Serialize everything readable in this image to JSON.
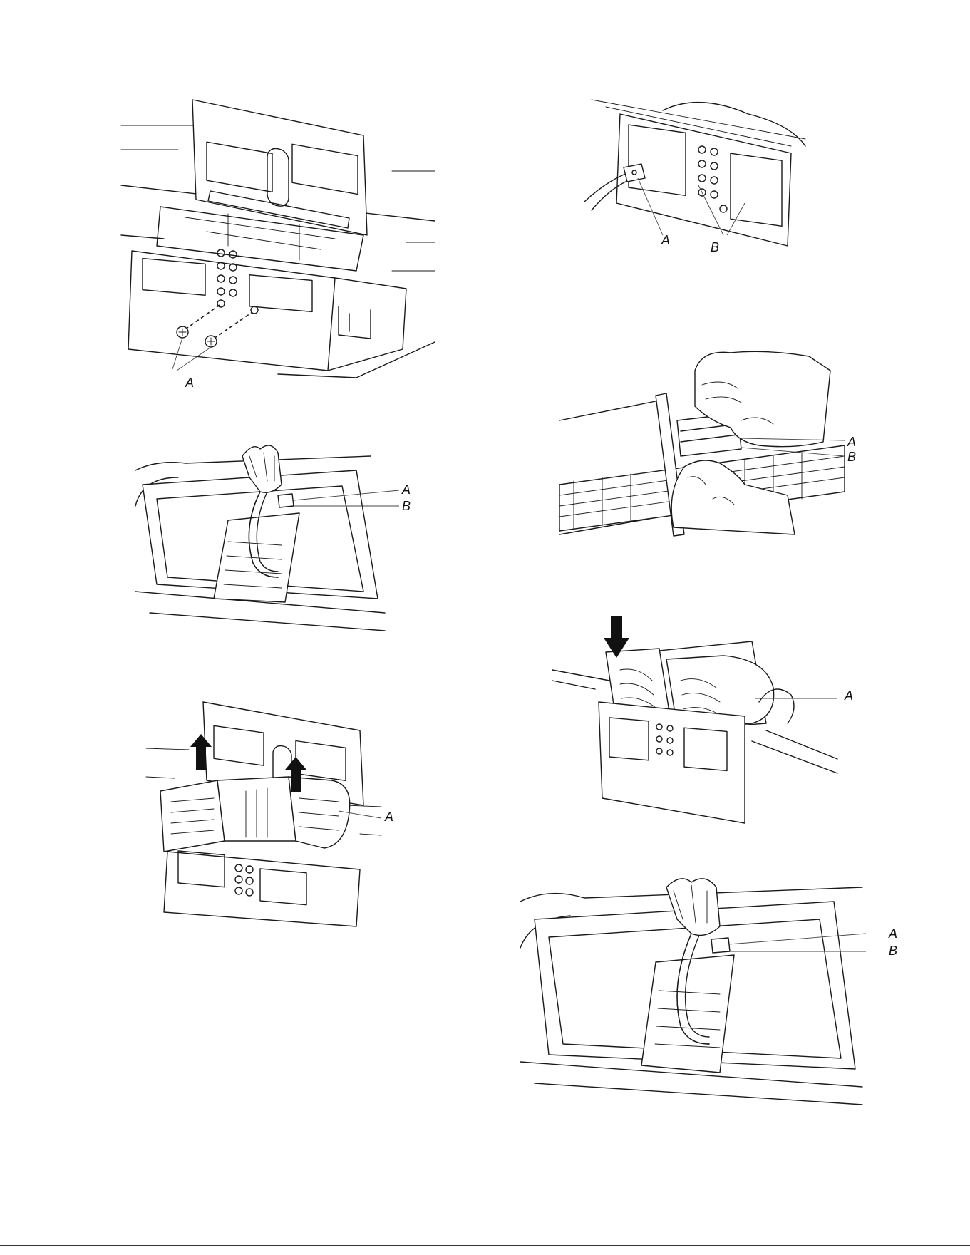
{
  "figures": [
    {
      "id": "fig1",
      "callouts": [
        "A"
      ]
    },
    {
      "id": "fig2",
      "callouts": [
        "A",
        "B"
      ]
    },
    {
      "id": "fig3",
      "callouts": [
        "A",
        "B"
      ]
    },
    {
      "id": "fig4",
      "callouts": [
        "A",
        "B"
      ]
    },
    {
      "id": "fig5",
      "callouts": [
        "A"
      ]
    },
    {
      "id": "fig6",
      "callouts": [
        "A"
      ]
    },
    {
      "id": "fig7",
      "callouts": [
        "A",
        "B"
      ]
    }
  ]
}
